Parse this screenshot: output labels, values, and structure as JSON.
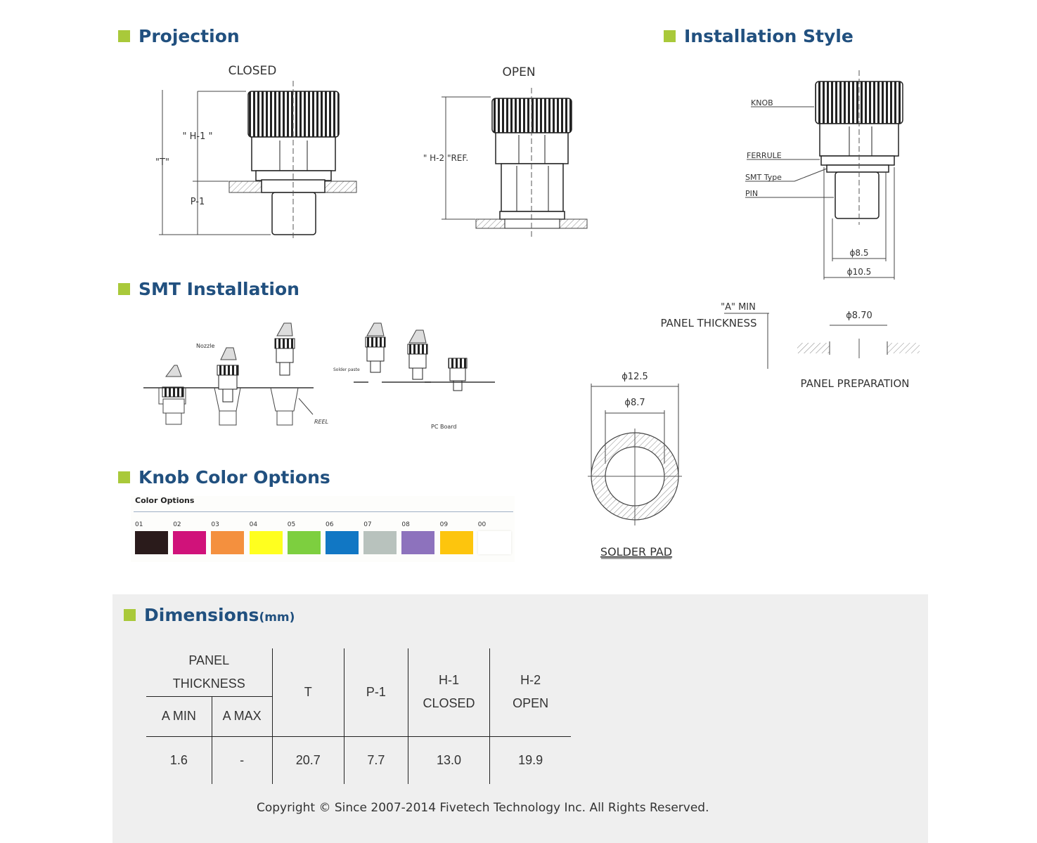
{
  "sections": {
    "projection": "Projection",
    "installation": "Installation Style",
    "smt": "SMT Installation",
    "knob_colors": "Knob Color Options",
    "dimensions": "Dimensions",
    "dimensions_unit": "(mm)"
  },
  "projection": {
    "closed_label": "CLOSED",
    "open_label": "OPEN",
    "h1": "\" H-1 \"",
    "t": "\"T\"",
    "p1": "P-1",
    "h2": "\" H-2 \"REF."
  },
  "installation": {
    "knob": "KNOB",
    "ferrule": "FERRULE",
    "smt_type": "SMT Type",
    "pin": "PIN",
    "d_inner": "ϕ8.5",
    "d_outer": "ϕ10.5",
    "a_min": "\"A\" MIN",
    "panel_thickness": "PANEL THICKNESS",
    "panel_d": "ϕ8.70",
    "panel_prep": "PANEL PREPARATION",
    "pad_outer": "ϕ12.5",
    "pad_inner": "ϕ8.7",
    "solder_pad": "SOLDER PAD"
  },
  "smt": {
    "nozzle": "Nozzle",
    "reel": "REEL",
    "solder_paste": "Solder paste",
    "pc_board": "PC Board"
  },
  "colors": {
    "title": "Color Options",
    "options": [
      {
        "code": "01",
        "hex": "#2a1b1b"
      },
      {
        "code": "02",
        "hex": "#d0127a"
      },
      {
        "code": "03",
        "hex": "#f4903e"
      },
      {
        "code": "04",
        "hex": "#ffff1f"
      },
      {
        "code": "05",
        "hex": "#7dcf3f"
      },
      {
        "code": "06",
        "hex": "#1177c4"
      },
      {
        "code": "07",
        "hex": "#b8c2bd"
      },
      {
        "code": "08",
        "hex": "#8d72bd"
      },
      {
        "code": "09",
        "hex": "#fdc50d"
      },
      {
        "code": "00",
        "hex": "#ffffff"
      }
    ]
  },
  "dimensions_table": {
    "panel": "PANEL",
    "thickness": "THICKNESS",
    "a_min": "A MIN",
    "a_max": "A MAX",
    "t": "T",
    "p1": "P-1",
    "h1": "H-1",
    "closed": "CLOSED",
    "h2": "H-2",
    "open": "OPEN",
    "row": {
      "a_min": "1.6",
      "a_max": "-",
      "t": "20.7",
      "p1": "7.7",
      "h1": "13.0",
      "h2": "19.9"
    }
  },
  "copyright": "Copyright © Since 2007-2014 Fivetech Technology Inc. All Rights Reserved."
}
